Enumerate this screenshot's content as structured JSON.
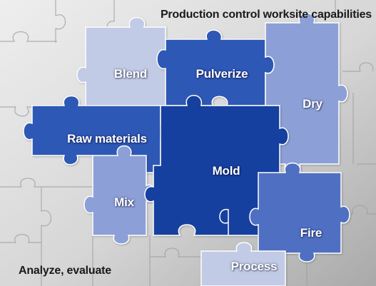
{
  "title": "Production control worksite capabilities",
  "caption": "Analyze, evaluate",
  "colors": {
    "background_light": "#e4e4e4",
    "background_dark": "#b9b9b9",
    "gray_piece_outline": "#9c9c9c",
    "pale_blue": "#c2cbe6",
    "medium_blue": "#8b9fd6",
    "strong_blue": "#4f6fc2",
    "dark_blue": "#2b55b3",
    "deep_blue": "#123f9f",
    "label_text": "#ffffff"
  },
  "pieces": [
    {
      "id": "blend",
      "label": "Blend",
      "shade": "pale_blue"
    },
    {
      "id": "pulverize",
      "label": "Pulverize",
      "shade": "dark_blue"
    },
    {
      "id": "dry",
      "label": "Dry",
      "shade": "medium_blue"
    },
    {
      "id": "raw_materials",
      "label": "Raw materials",
      "shade": "dark_blue"
    },
    {
      "id": "mold",
      "label": "Mold",
      "shade": "deep_blue"
    },
    {
      "id": "mix",
      "label": "Mix",
      "shade": "medium_blue"
    },
    {
      "id": "fire",
      "label": "Fire",
      "shade": "strong_blue"
    },
    {
      "id": "process",
      "label": "Process",
      "shade": "pale_blue"
    }
  ]
}
